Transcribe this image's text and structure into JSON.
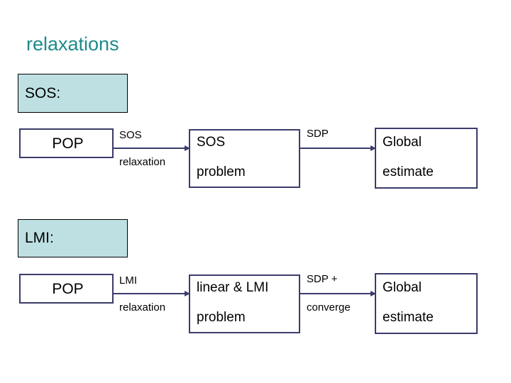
{
  "slide": {
    "title": "relaxations",
    "title_color": "#1d8a8a",
    "background": "#ffffff"
  },
  "colors": {
    "header_fill": "#bee0e3",
    "header_border": "#000000",
    "node_border": "#3b3b6b",
    "arrow": "#3b3b6b",
    "text": "#000000"
  },
  "sections": [
    {
      "header": "SOS:",
      "flow": {
        "source": {
          "label": "POP"
        },
        "arrow1": {
          "top": "SOS",
          "bottom": "relaxation"
        },
        "middle": {
          "line1": "SOS",
          "line2": "problem"
        },
        "arrow2": {
          "top": "SDP",
          "bottom": ""
        },
        "target": {
          "line1": "Global",
          "line2": "estimate"
        }
      }
    },
    {
      "header": "LMI:",
      "flow": {
        "source": {
          "label": "POP"
        },
        "arrow1": {
          "top": "LMI",
          "bottom": "relaxation"
        },
        "middle": {
          "line1": "linear & LMI",
          "line2": "problem"
        },
        "arrow2": {
          "top": "SDP +",
          "bottom": "converge"
        },
        "target": {
          "line1": "Global",
          "line2": "estimate"
        }
      }
    }
  ]
}
